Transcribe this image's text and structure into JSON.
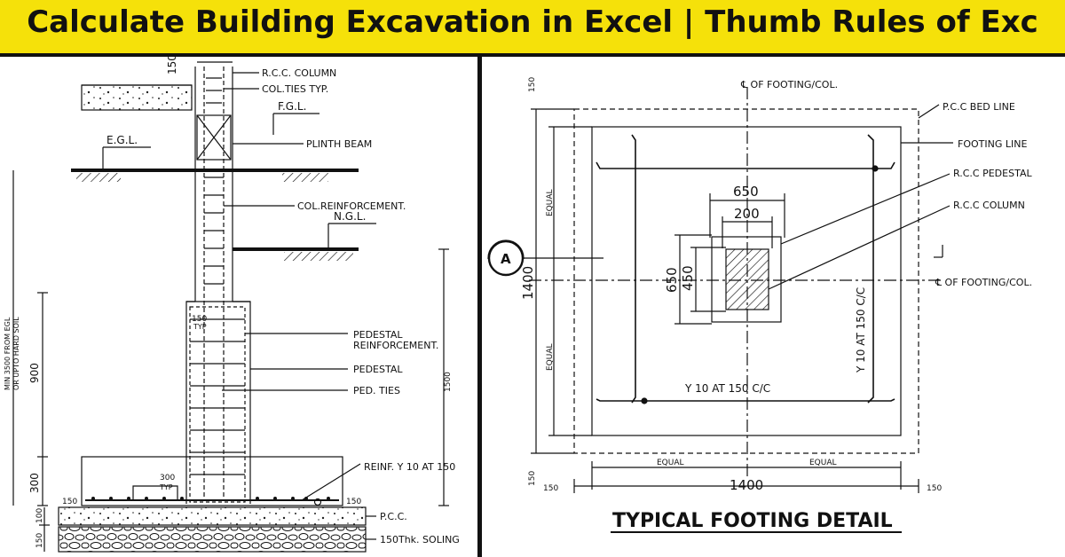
{
  "banner": {
    "title": "Calculate Building Excavation in Excel | Thumb Rules of Exc"
  },
  "section": {
    "labels": {
      "rcc_column": "R.C.C. COLUMN",
      "col_ties": "COL.TIES TYP.",
      "fgl": "F.G.L.",
      "egl": "E.G.L.",
      "plinth_beam": "PLINTH BEAM",
      "col_reinf": "COL.REINFORCEMENT.",
      "ngl": "N.G.L.",
      "ped_reinf_1": "PEDESTAL",
      "ped_reinf_2": "REINFORCEMENT.",
      "pedestal": "PEDESTAL",
      "ped_ties": "PED. TIES",
      "reinf": "REINF. Y 10 AT 150",
      "pcc": "P.C.C.",
      "soling": "150Thk. SOLING",
      "min_note_1": "MIN 3500 FROM EGL",
      "min_note_2": "OR UPTO HARD SOIL"
    },
    "dims": {
      "top_150": "150",
      "d900": "900",
      "d300": "300",
      "d1500": "1500",
      "ped_150": "150",
      "typ": "TYP",
      "t300": "300",
      "typ2": "TYP",
      "b150_left": "150",
      "b150_right": "150",
      "d100": "100",
      "d150": "150"
    }
  },
  "plan": {
    "title": "TYPICAL FOOTING DETAIL",
    "labels": {
      "cl_top": "℄ OF FOOTING/COL.",
      "cl_right": "℄ OF FOOTING/COL.",
      "pcc_bed": "P.C.C BED LINE",
      "footing_line": "FOOTING LINE",
      "rcc_pedestal": "R.C.C PEDESTAL",
      "rcc_column": "R.C.C COLUMN",
      "section_mark": "A",
      "bars_h": "Y 10 AT 150 C/C",
      "bars_v": "Y 10 AT 150 C/C"
    },
    "dims": {
      "d650_top": "650",
      "d200": "200",
      "d650_left": "650",
      "d450": "450",
      "d1400_left": "1400",
      "d1400_bottom": "1400",
      "equal_v1": "EQUAL",
      "equal_v2": "EQUAL",
      "equal_h1": "EQUAL",
      "equal_h2": "EQUAL",
      "p150_top": "150",
      "p150_bl": "150",
      "p150_bb": "150",
      "p150_br": "150"
    }
  }
}
